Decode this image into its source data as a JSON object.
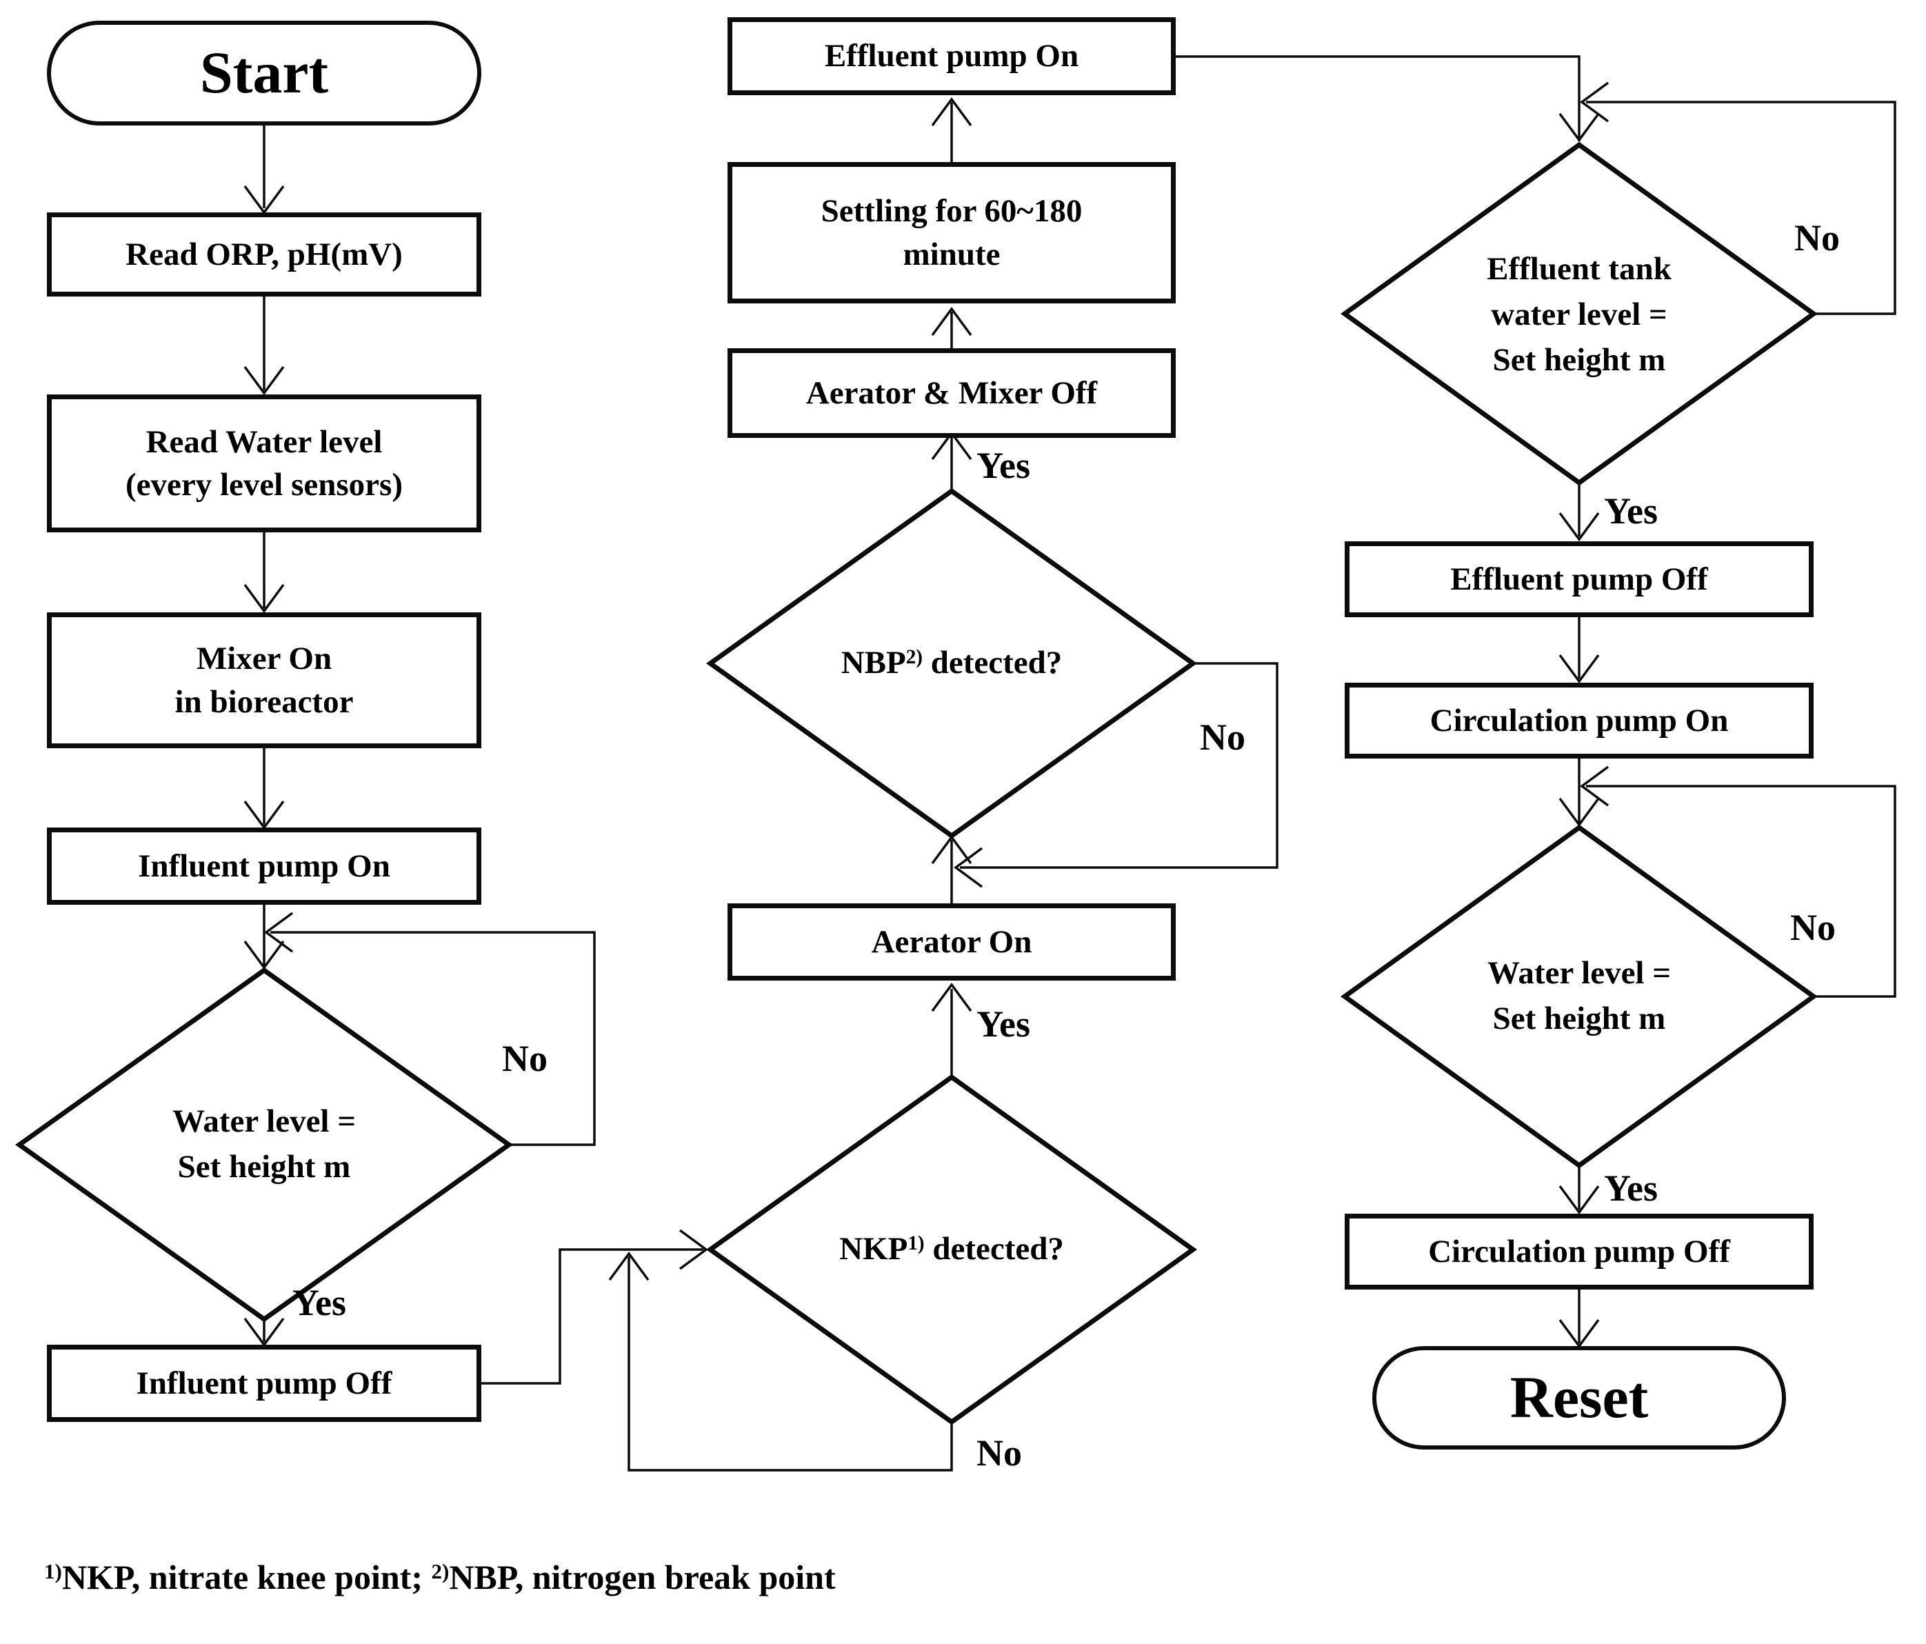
{
  "colors": {
    "ink": "#000000",
    "background": "#ffffff"
  },
  "nodes": {
    "start": {
      "label": "Start"
    },
    "read_orp": {
      "label": "Read ORP, pH(mV)"
    },
    "read_water": {
      "line1": "Read Water level",
      "line2": "(every level sensors)"
    },
    "mixer_on": {
      "line1": "Mixer On",
      "line2": "in bioreactor"
    },
    "influent_on": {
      "label": "Influent pump On"
    },
    "water_level_check_1": {
      "line1": "Water level =",
      "line2": "Set height m"
    },
    "influent_off": {
      "label": "Influent pump Off"
    },
    "nkp_check": {
      "pre": "NKP",
      "sup": "1)",
      "post": " detected?"
    },
    "aerator_on": {
      "label": "Aerator On"
    },
    "nbp_check": {
      "pre": "NBP",
      "sup": "2)",
      "post": " detected?"
    },
    "aerator_mixer_off": {
      "label": "Aerator & Mixer Off"
    },
    "settling": {
      "line1": "Settling for 60~180",
      "line2": "minute"
    },
    "effluent_on": {
      "label": "Effluent pump On"
    },
    "effluent_tank_check": {
      "line1": "Effluent tank",
      "line2": "water level =",
      "line3": "Set height m"
    },
    "effluent_off": {
      "label": "Effluent pump Off"
    },
    "circulation_on": {
      "label": "Circulation pump On"
    },
    "water_level_check_2": {
      "line1": "Water level =",
      "line2": "Set height m"
    },
    "circulation_off": {
      "label": "Circulation pump Off"
    },
    "reset": {
      "label": "Reset"
    }
  },
  "labels": {
    "yes": "Yes",
    "no": "No"
  },
  "footnote": {
    "sup1": "1)",
    "text1": "NKP, nitrate knee point; ",
    "sup2": "2)",
    "text2": "NBP, nitrogen break point"
  }
}
